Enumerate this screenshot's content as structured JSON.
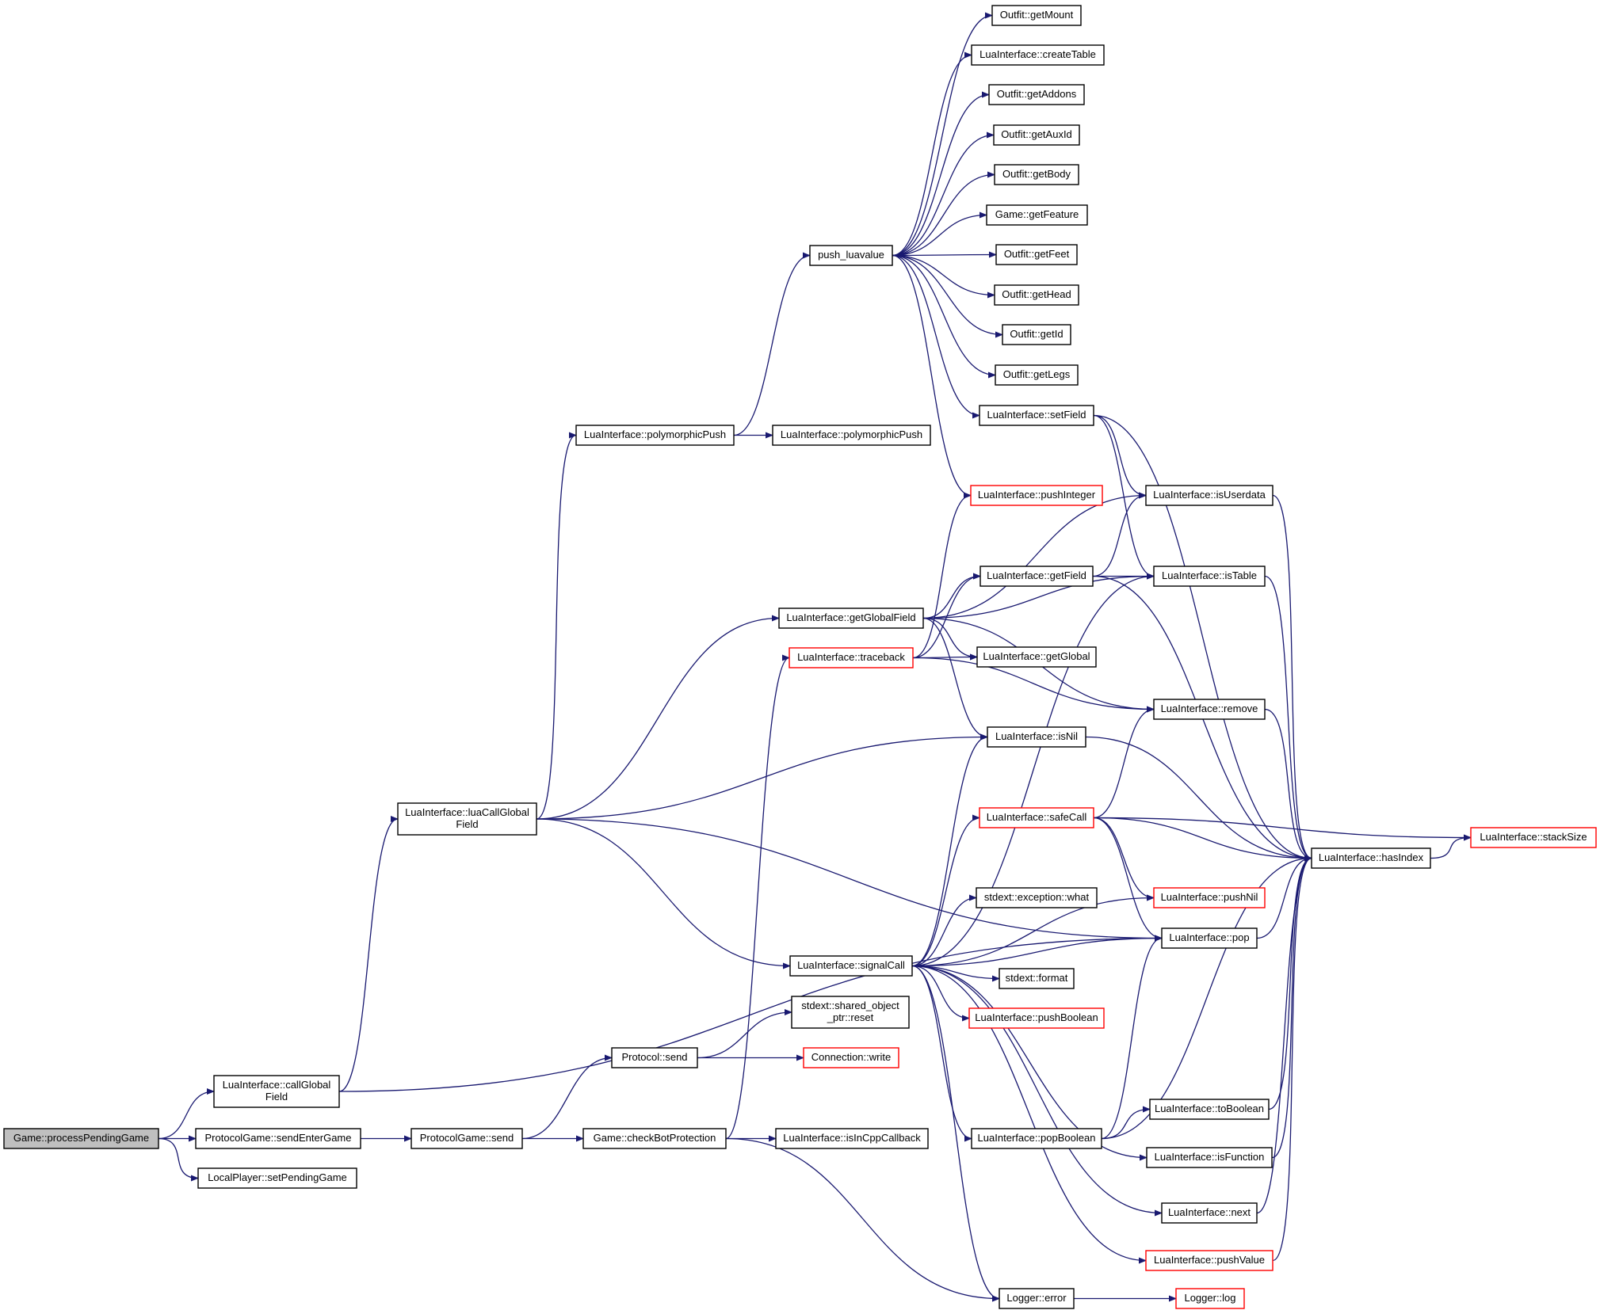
{
  "colors": {
    "edge": "#191970",
    "node_border": "#000000",
    "node_border_truncated": "#ff0000",
    "root_fill": "#bfbfbf"
  },
  "nodes": [
    {
      "id": "processPendingGame",
      "label": "Game::processPendingGame",
      "root": true
    },
    {
      "id": "callGlobalField",
      "label": "LuaInterface::callGlobal\nField"
    },
    {
      "id": "sendEnterGame",
      "label": "ProtocolGame::sendEnterGame"
    },
    {
      "id": "setPendingGame",
      "label": "LocalPlayer::setPendingGame"
    },
    {
      "id": "luaCallGlobalField",
      "label": "LuaInterface::luaCallGlobal\nField"
    },
    {
      "id": "pgSend",
      "label": "ProtocolGame::send"
    },
    {
      "id": "polyPush1",
      "label": "LuaInterface::polymorphicPush"
    },
    {
      "id": "protoSend",
      "label": "Protocol::send"
    },
    {
      "id": "checkBot",
      "label": "Game::checkBotProtection"
    },
    {
      "id": "polyPush2",
      "label": "LuaInterface::polymorphicPush"
    },
    {
      "id": "push_luavalue",
      "label": "push_luavalue"
    },
    {
      "id": "getGlobalField",
      "label": "LuaInterface::getGlobalField"
    },
    {
      "id": "traceback",
      "label": "LuaInterface::traceback",
      "red": true
    },
    {
      "id": "signalCall",
      "label": "LuaInterface::signalCall"
    },
    {
      "id": "sharedReset",
      "label": "stdext::shared_object\n_ptr::reset"
    },
    {
      "id": "connWrite",
      "label": "Connection::write",
      "red": true
    },
    {
      "id": "isInCppCallback",
      "label": "LuaInterface::isInCppCallback"
    },
    {
      "id": "getMount",
      "label": "Outfit::getMount"
    },
    {
      "id": "createTable",
      "label": "LuaInterface::createTable"
    },
    {
      "id": "getAddons",
      "label": "Outfit::getAddons"
    },
    {
      "id": "getAuxId",
      "label": "Outfit::getAuxId"
    },
    {
      "id": "getBody",
      "label": "Outfit::getBody"
    },
    {
      "id": "getFeature",
      "label": "Game::getFeature"
    },
    {
      "id": "getFeet",
      "label": "Outfit::getFeet"
    },
    {
      "id": "getHead",
      "label": "Outfit::getHead"
    },
    {
      "id": "getId",
      "label": "Outfit::getId"
    },
    {
      "id": "getLegs",
      "label": "Outfit::getLegs"
    },
    {
      "id": "setField",
      "label": "LuaInterface::setField"
    },
    {
      "id": "pushInteger",
      "label": "LuaInterface::pushInteger",
      "red": true
    },
    {
      "id": "getField",
      "label": "LuaInterface::getField"
    },
    {
      "id": "getGlobal",
      "label": "LuaInterface::getGlobal"
    },
    {
      "id": "isNil",
      "label": "LuaInterface::isNil"
    },
    {
      "id": "safeCall",
      "label": "LuaInterface::safeCall",
      "red": true
    },
    {
      "id": "excWhat",
      "label": "stdext::exception::what"
    },
    {
      "id": "format",
      "label": "stdext::format"
    },
    {
      "id": "pushBoolean",
      "label": "LuaInterface::pushBoolean",
      "red": true
    },
    {
      "id": "popBoolean",
      "label": "LuaInterface::popBoolean"
    },
    {
      "id": "loggerError",
      "label": "Logger::error"
    },
    {
      "id": "isUserdata",
      "label": "LuaInterface::isUserdata"
    },
    {
      "id": "isTable",
      "label": "LuaInterface::isTable"
    },
    {
      "id": "remove",
      "label": "LuaInterface::remove"
    },
    {
      "id": "pushNil",
      "label": "LuaInterface::pushNil",
      "red": true
    },
    {
      "id": "pop",
      "label": "LuaInterface::pop"
    },
    {
      "id": "toBoolean",
      "label": "LuaInterface::toBoolean"
    },
    {
      "id": "isFunction",
      "label": "LuaInterface::isFunction"
    },
    {
      "id": "next",
      "label": "LuaInterface::next"
    },
    {
      "id": "pushValue",
      "label": "LuaInterface::pushValue",
      "red": true
    },
    {
      "id": "loggerLog",
      "label": "Logger::log",
      "red": true
    },
    {
      "id": "hasIndex",
      "label": "LuaInterface::hasIndex"
    },
    {
      "id": "stackSize",
      "label": "LuaInterface::stackSize",
      "red": true
    }
  ],
  "edges": [
    [
      "processPendingGame",
      "callGlobalField"
    ],
    [
      "processPendingGame",
      "sendEnterGame"
    ],
    [
      "processPendingGame",
      "setPendingGame"
    ],
    [
      "callGlobalField",
      "luaCallGlobalField"
    ],
    [
      "callGlobalField",
      "pop"
    ],
    [
      "sendEnterGame",
      "pgSend"
    ],
    [
      "pgSend",
      "protoSend"
    ],
    [
      "pgSend",
      "checkBot"
    ],
    [
      "protoSend",
      "sharedReset"
    ],
    [
      "protoSend",
      "connWrite"
    ],
    [
      "checkBot",
      "isInCppCallback"
    ],
    [
      "checkBot",
      "traceback"
    ],
    [
      "checkBot",
      "loggerError"
    ],
    [
      "luaCallGlobalField",
      "polyPush1"
    ],
    [
      "luaCallGlobalField",
      "getGlobalField"
    ],
    [
      "luaCallGlobalField",
      "isNil"
    ],
    [
      "luaCallGlobalField",
      "signalCall"
    ],
    [
      "luaCallGlobalField",
      "pop"
    ],
    [
      "polyPush1",
      "polyPush2"
    ],
    [
      "polyPush1",
      "push_luavalue"
    ],
    [
      "push_luavalue",
      "getMount"
    ],
    [
      "push_luavalue",
      "createTable"
    ],
    [
      "push_luavalue",
      "getAddons"
    ],
    [
      "push_luavalue",
      "getAuxId"
    ],
    [
      "push_luavalue",
      "getBody"
    ],
    [
      "push_luavalue",
      "getFeature"
    ],
    [
      "push_luavalue",
      "getFeet"
    ],
    [
      "push_luavalue",
      "getHead"
    ],
    [
      "push_luavalue",
      "getId"
    ],
    [
      "push_luavalue",
      "getLegs"
    ],
    [
      "push_luavalue",
      "setField"
    ],
    [
      "push_luavalue",
      "pushInteger"
    ],
    [
      "setField",
      "isUserdata"
    ],
    [
      "setField",
      "isTable"
    ],
    [
      "setField",
      "hasIndex"
    ],
    [
      "getGlobalField",
      "getField"
    ],
    [
      "getGlobalField",
      "getGlobal"
    ],
    [
      "getGlobalField",
      "isNil"
    ],
    [
      "getGlobalField",
      "isUserdata"
    ],
    [
      "getGlobalField",
      "isTable"
    ],
    [
      "getGlobalField",
      "remove"
    ],
    [
      "traceback",
      "pushInteger"
    ],
    [
      "traceback",
      "getField"
    ],
    [
      "traceback",
      "getGlobal"
    ],
    [
      "traceback",
      "remove"
    ],
    [
      "getField",
      "isTable"
    ],
    [
      "getField",
      "isUserdata"
    ],
    [
      "getField",
      "hasIndex"
    ],
    [
      "isNil",
      "hasIndex"
    ],
    [
      "signalCall",
      "isNil"
    ],
    [
      "signalCall",
      "isTable"
    ],
    [
      "signalCall",
      "safeCall"
    ],
    [
      "signalCall",
      "excWhat"
    ],
    [
      "signalCall",
      "pop"
    ],
    [
      "signalCall",
      "format"
    ],
    [
      "signalCall",
      "pushBoolean"
    ],
    [
      "signalCall",
      "pushNil"
    ],
    [
      "signalCall",
      "popBoolean"
    ],
    [
      "signalCall",
      "isFunction"
    ],
    [
      "signalCall",
      "next"
    ],
    [
      "signalCall",
      "pushValue"
    ],
    [
      "signalCall",
      "loggerError"
    ],
    [
      "safeCall",
      "remove"
    ],
    [
      "safeCall",
      "stackSize"
    ],
    [
      "safeCall",
      "hasIndex"
    ],
    [
      "safeCall",
      "pushNil"
    ],
    [
      "safeCall",
      "pop"
    ],
    [
      "popBoolean",
      "pop"
    ],
    [
      "popBoolean",
      "toBoolean"
    ],
    [
      "popBoolean",
      "hasIndex"
    ],
    [
      "remove",
      "hasIndex"
    ],
    [
      "isUserdata",
      "hasIndex"
    ],
    [
      "isTable",
      "hasIndex"
    ],
    [
      "pop",
      "hasIndex"
    ],
    [
      "toBoolean",
      "hasIndex"
    ],
    [
      "isFunction",
      "hasIndex"
    ],
    [
      "next",
      "hasIndex"
    ],
    [
      "pushValue",
      "hasIndex"
    ],
    [
      "hasIndex",
      "stackSize"
    ],
    [
      "loggerError",
      "loggerLog"
    ]
  ]
}
